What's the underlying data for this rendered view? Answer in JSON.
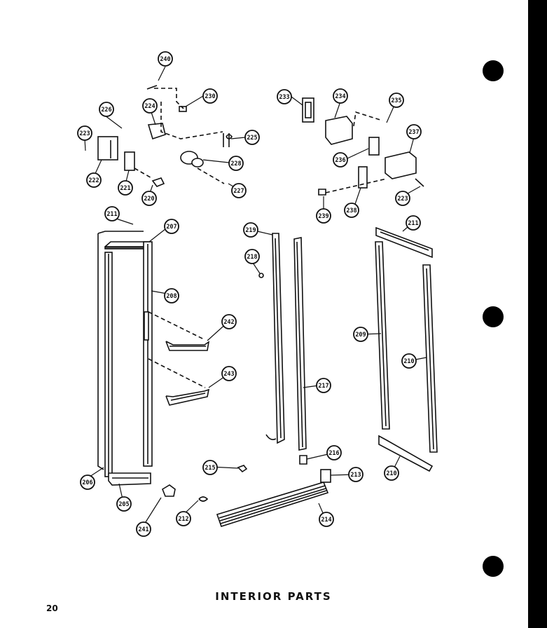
{
  "title": "INTERIOR PARTS",
  "page_number": "20",
  "callouts": [
    "240",
    "230",
    "226",
    "224",
    "225",
    "223",
    "222",
    "221",
    "220",
    "228",
    "227",
    "233",
    "234",
    "235",
    "237",
    "236",
    "238",
    "239",
    "211",
    "207",
    "219",
    "218",
    "208",
    "242",
    "243",
    "206",
    "205",
    "241",
    "212",
    "215",
    "217",
    "216",
    "213",
    "214",
    "209",
    "210"
  ]
}
